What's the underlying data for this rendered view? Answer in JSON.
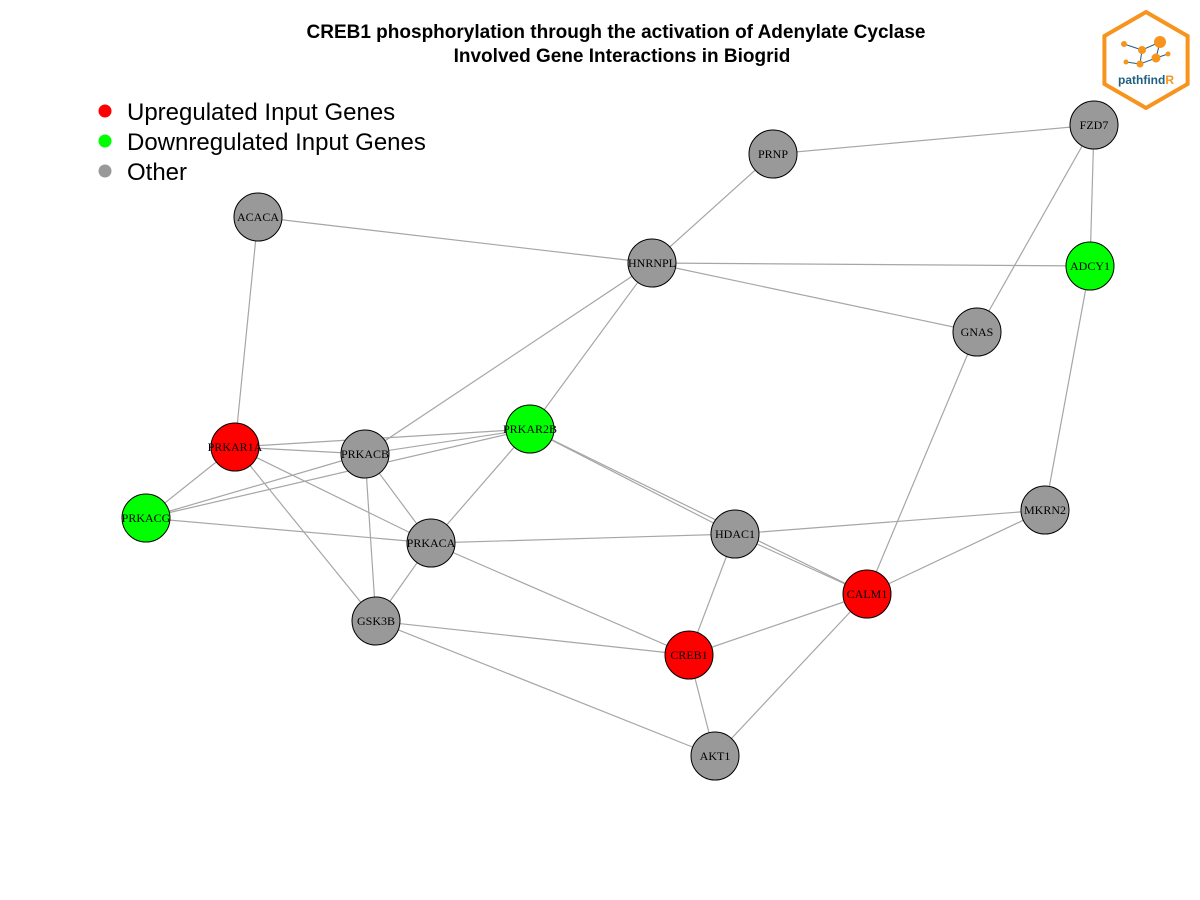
{
  "title": {
    "line1": "CREB1 phosphorylation through the activation of Adenylate Cyclase",
    "line2": "Involved Gene Interactions in Biogrid"
  },
  "logo": {
    "text_main": "pathfind",
    "text_accent": "R",
    "border_color": "#f7941d",
    "text_color": "#1f5f7f",
    "accent_color": "#f7941d"
  },
  "colors": {
    "up": "#ff0000",
    "down": "#00ff00",
    "other": "#999999",
    "edge": "#a6a6a6"
  },
  "legend": [
    {
      "label": "Upregulated Input Genes",
      "category": "up"
    },
    {
      "label": "Downregulated Input Genes",
      "category": "down"
    },
    {
      "label": "Other",
      "category": "other"
    }
  ],
  "nodes": [
    {
      "id": "FZD7",
      "category": "other"
    },
    {
      "id": "PRNP",
      "category": "other"
    },
    {
      "id": "ACACA",
      "category": "other"
    },
    {
      "id": "HNRNPL",
      "category": "other"
    },
    {
      "id": "ADCY1",
      "category": "down"
    },
    {
      "id": "GNAS",
      "category": "other"
    },
    {
      "id": "PRKAR1A",
      "category": "up"
    },
    {
      "id": "PRKACB",
      "category": "other"
    },
    {
      "id": "PRKAR2B",
      "category": "down"
    },
    {
      "id": "PRKACG",
      "category": "down"
    },
    {
      "id": "PRKACA",
      "category": "other"
    },
    {
      "id": "HDAC1",
      "category": "other"
    },
    {
      "id": "MKRN2",
      "category": "other"
    },
    {
      "id": "CALM1",
      "category": "up"
    },
    {
      "id": "GSK3B",
      "category": "other"
    },
    {
      "id": "CREB1",
      "category": "up"
    },
    {
      "id": "AKT1",
      "category": "other"
    }
  ],
  "edges": [
    [
      "PRNP",
      "FZD7"
    ],
    [
      "FZD7",
      "ADCY1"
    ],
    [
      "FZD7",
      "GNAS"
    ],
    [
      "PRNP",
      "HNRNPL"
    ],
    [
      "ACACA",
      "HNRNPL"
    ],
    [
      "ACACA",
      "PRKAR1A"
    ],
    [
      "HNRNPL",
      "ADCY1"
    ],
    [
      "HNRNPL",
      "GNAS"
    ],
    [
      "HNRNPL",
      "PRKACB"
    ],
    [
      "HNRNPL",
      "PRKAR2B"
    ],
    [
      "ADCY1",
      "MKRN2"
    ],
    [
      "GNAS",
      "CALM1"
    ],
    [
      "PRKAR1A",
      "PRKACB"
    ],
    [
      "PRKAR1A",
      "PRKAR2B"
    ],
    [
      "PRKAR1A",
      "PRKACG"
    ],
    [
      "PRKAR1A",
      "PRKACA"
    ],
    [
      "PRKAR1A",
      "GSK3B"
    ],
    [
      "PRKACB",
      "PRKACG"
    ],
    [
      "PRKACB",
      "PRKACA"
    ],
    [
      "PRKACB",
      "GSK3B"
    ],
    [
      "PRKACB",
      "PRKAR2B"
    ],
    [
      "PRKACG",
      "PRKAR2B"
    ],
    [
      "PRKACG",
      "PRKACA"
    ],
    [
      "PRKAR2B",
      "PRKACA"
    ],
    [
      "PRKAR2B",
      "HDAC1"
    ],
    [
      "PRKAR2B",
      "CALM1"
    ],
    [
      "PRKACA",
      "HDAC1"
    ],
    [
      "PRKACA",
      "GSK3B"
    ],
    [
      "PRKACA",
      "CREB1"
    ],
    [
      "HDAC1",
      "MKRN2"
    ],
    [
      "HDAC1",
      "CALM1"
    ],
    [
      "HDAC1",
      "CREB1"
    ],
    [
      "MKRN2",
      "CALM1"
    ],
    [
      "CALM1",
      "CREB1"
    ],
    [
      "CALM1",
      "AKT1"
    ],
    [
      "GSK3B",
      "CREB1"
    ],
    [
      "GSK3B",
      "AKT1"
    ],
    [
      "CREB1",
      "AKT1"
    ]
  ]
}
